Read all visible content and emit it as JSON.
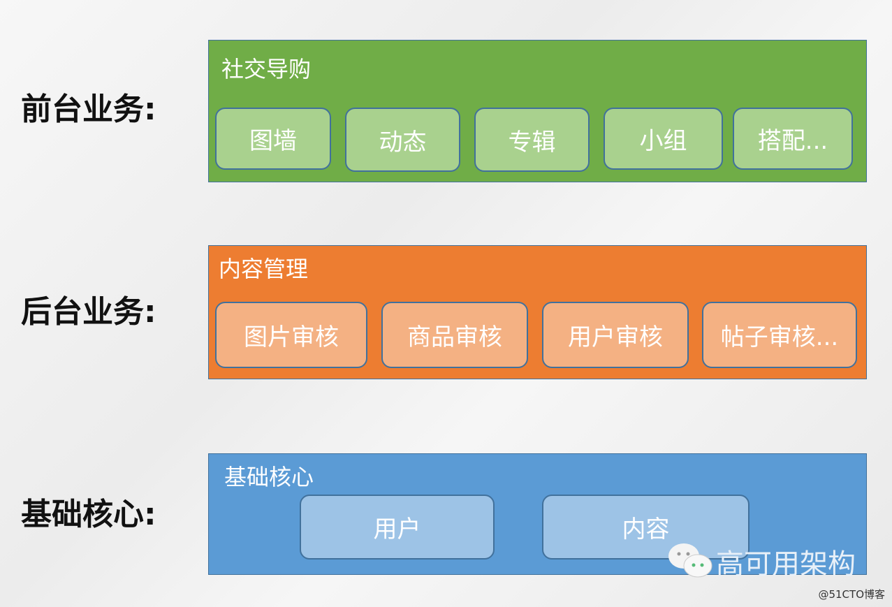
{
  "rows": [
    {
      "label": "前台业务:",
      "title": "社交导购",
      "items": [
        "图墙",
        "动态",
        "专辑",
        "小组",
        "搭配..."
      ]
    },
    {
      "label": "后台业务:",
      "title": "内容管理",
      "items": [
        "图片审核",
        "商品审核",
        "用户审核",
        "帖子审核..."
      ]
    },
    {
      "label": "基础核心:",
      "title": "基础核心",
      "items": [
        "用户",
        "内容"
      ]
    }
  ],
  "watermark": "高可用架构",
  "credit": "@51CTO博客"
}
